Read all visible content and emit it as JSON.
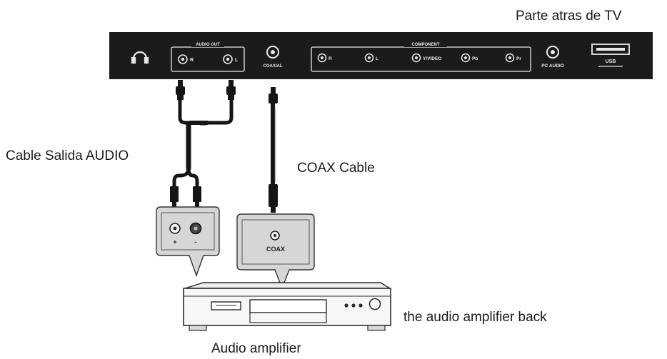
{
  "labels": {
    "tv_back": "Parte atras de TV",
    "audio_cable": "Cable Salida AUDIO",
    "coax_cable": "COAX Cable",
    "amplifier_back": "the audio amplifier back",
    "amplifier": "Audio amplifier"
  },
  "tv_panel": {
    "audio_out": "AUDIO OUT",
    "component": "COMPONENT",
    "coaxial": "COAXIAL",
    "r": "R",
    "l": "L",
    "y_video": "Y/VIDEO",
    "pb": "Pb",
    "pr": "Pr",
    "pc_audio": "PC AUDIO",
    "usb": "USB"
  },
  "amp_panels": {
    "plus": "+",
    "minus": "-",
    "coax": "COAX"
  },
  "colors": {
    "panel": "#1b1b1b",
    "panel_text": "#e8e8e8",
    "box_fill": "#d6d6d6",
    "cable": "#151515"
  },
  "icons": {
    "headphone": "headphone-icon"
  }
}
